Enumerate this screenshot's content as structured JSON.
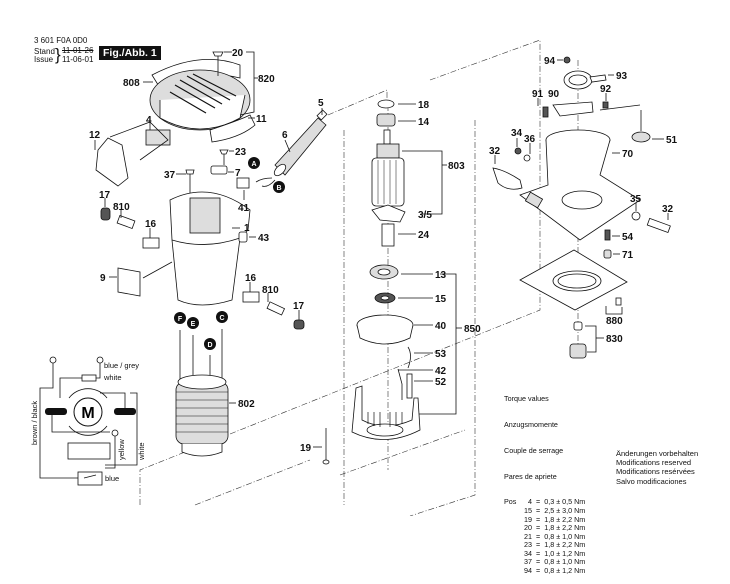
{
  "header": {
    "part_number": "3 601 F0A 0D0",
    "stand_label": "Stand",
    "issue_label": "Issue",
    "stand_date": "11-01-26",
    "issue_date": "11-06-01",
    "figure_label": "Fig./Abb. 1"
  },
  "callouts": {
    "20": "20",
    "820": "820",
    "808": "808",
    "11": "11",
    "4": "4",
    "12": "12",
    "5": "5",
    "6": "6",
    "23": "23",
    "7": "7",
    "37": "37",
    "41": "41",
    "1": "1",
    "43": "43",
    "17a": "17",
    "810a": "810",
    "16a": "16",
    "9": "9",
    "16b": "16",
    "810b": "810",
    "17b": "17",
    "802": "802",
    "19": "19",
    "18": "18",
    "14": "14",
    "803": "803",
    "3_5": "3/5",
    "24": "24",
    "13": "13",
    "15": "15",
    "40": "40",
    "850": "850",
    "53": "53",
    "42": "42",
    "52": "52",
    "94": "94",
    "93": "93",
    "91": "91",
    "90": "90",
    "92": "92",
    "34": "34",
    "36": "36",
    "51": "51",
    "32a": "32",
    "70": "70",
    "35": "35",
    "32b": "32",
    "54": "54",
    "71": "71",
    "880": "880",
    "830": "830"
  },
  "connectors": {
    "A": "A",
    "B": "B",
    "C": "C",
    "D": "D",
    "E": "E",
    "F": "F"
  },
  "wiring": {
    "motor": "M",
    "blue_grey": "blue / grey",
    "white_top": "white",
    "brown_black": "brown / black",
    "yellow": "yellow",
    "white_side": "white",
    "blue_bottom": "blue"
  },
  "torque": {
    "titles": [
      "Torque values",
      "Anzugsmomente",
      "Couple de serrage",
      "Pares de apriete"
    ],
    "pos_label": "Pos",
    "rows": [
      {
        "pos": "4",
        "value": "0,3 ± 0,5 Nm"
      },
      {
        "pos": "15",
        "value": "2,5 ± 3,0 Nm"
      },
      {
        "pos": "19",
        "value": "1,8 ± 2,2 Nm"
      },
      {
        "pos": "20",
        "value": "1,8 ± 2,2 Nm"
      },
      {
        "pos": "21",
        "value": "0,8 ± 1,0 Nm"
      },
      {
        "pos": "23",
        "value": "1,8 ± 2,2 Nm"
      },
      {
        "pos": "34",
        "value": "1,0 ± 1,2 Nm"
      },
      {
        "pos": "37",
        "value": "0,8 ± 1,0 Nm"
      },
      {
        "pos": "94",
        "value": "0,8 ± 1,2 Nm"
      }
    ]
  },
  "modifications": [
    "Änderungen vorbehalten",
    "Modifications reserved",
    "Modifications resérvées",
    "Salvo modificaciones"
  ]
}
